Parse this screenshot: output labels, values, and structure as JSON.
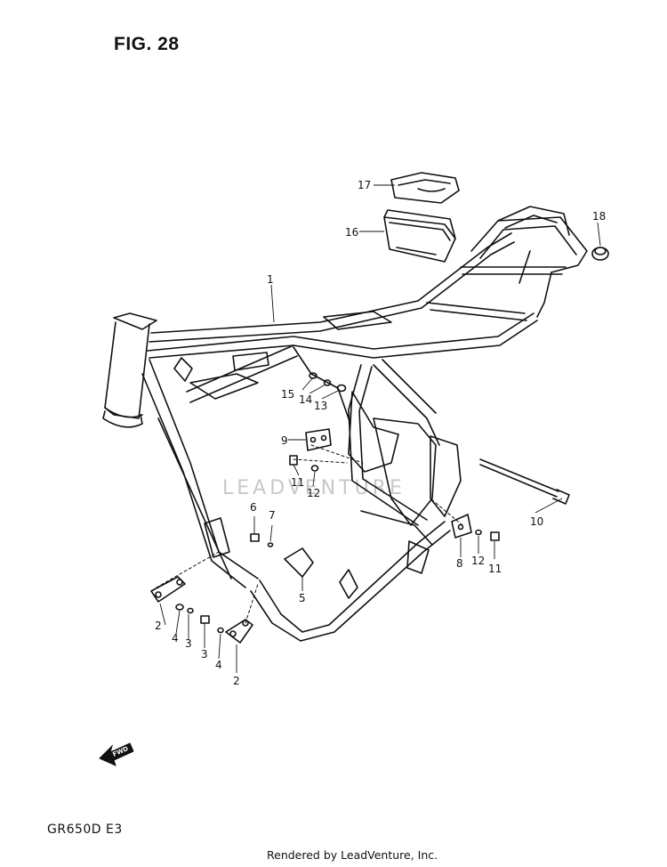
{
  "figure": {
    "title": "FIG. 28"
  },
  "model_code": "GR650D  E3",
  "footer": {
    "credit": "Rendered by LeadVenture, Inc."
  },
  "watermark": "LEADVENTURE",
  "fwd_label": "FWD",
  "callouts": [
    "1",
    "2",
    "2",
    "3",
    "3",
    "4",
    "4",
    "5",
    "6",
    "7",
    "8",
    "9",
    "10",
    "11",
    "11",
    "12",
    "12",
    "13",
    "14",
    "15",
    "16",
    "17",
    "18"
  ]
}
